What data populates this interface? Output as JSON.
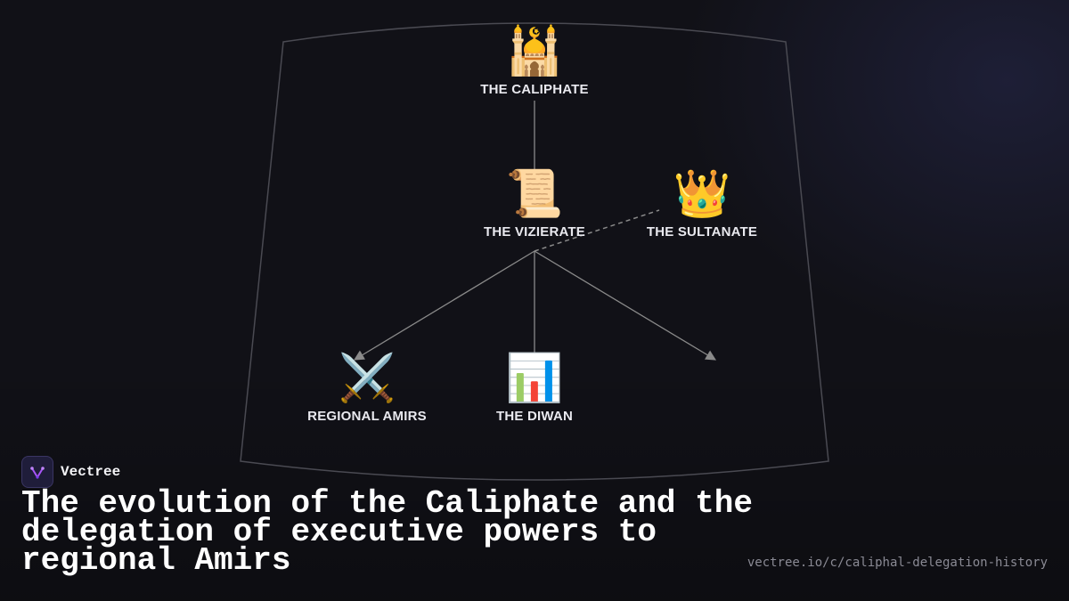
{
  "diagram": {
    "nodes": {
      "caliphate": {
        "icon": "mosque-icon",
        "emoji": "🕌",
        "label": "THE CALIPHATE"
      },
      "vizierate": {
        "icon": "scroll-icon",
        "emoji": "📜",
        "label": "THE VIZIERATE"
      },
      "sultanate": {
        "icon": "crown-icon",
        "emoji": "👑",
        "label": "THE SULTANATE"
      },
      "amirs": {
        "icon": "crossed-swords-icon",
        "emoji": "⚔️",
        "label": "REGIONAL AMIRS"
      },
      "diwan": {
        "icon": "bar-chart-icon",
        "emoji": "📊",
        "label": "THE DIWAN"
      }
    },
    "edges": [
      {
        "from": "caliphate",
        "to": "vizierate",
        "style": "solid"
      },
      {
        "from": "vizierate",
        "to": "sultanate",
        "style": "dashed"
      },
      {
        "from": "vizierate",
        "to": "amirs",
        "style": "solid"
      },
      {
        "from": "vizierate",
        "to": "diwan",
        "style": "solid"
      },
      {
        "from": "vizierate",
        "to": "unlabeled-right",
        "style": "solid"
      }
    ]
  },
  "brand": {
    "name": "Vectree",
    "accent": "#a855f7"
  },
  "title": "The evolution of the Caliphate and the delegation of executive powers to regional Amirs",
  "url": "vectree.io/c/caliphal-delegation-history",
  "colors": {
    "background": "#111117",
    "edge": "#8a8a8a",
    "frame": "#4a4a52"
  }
}
